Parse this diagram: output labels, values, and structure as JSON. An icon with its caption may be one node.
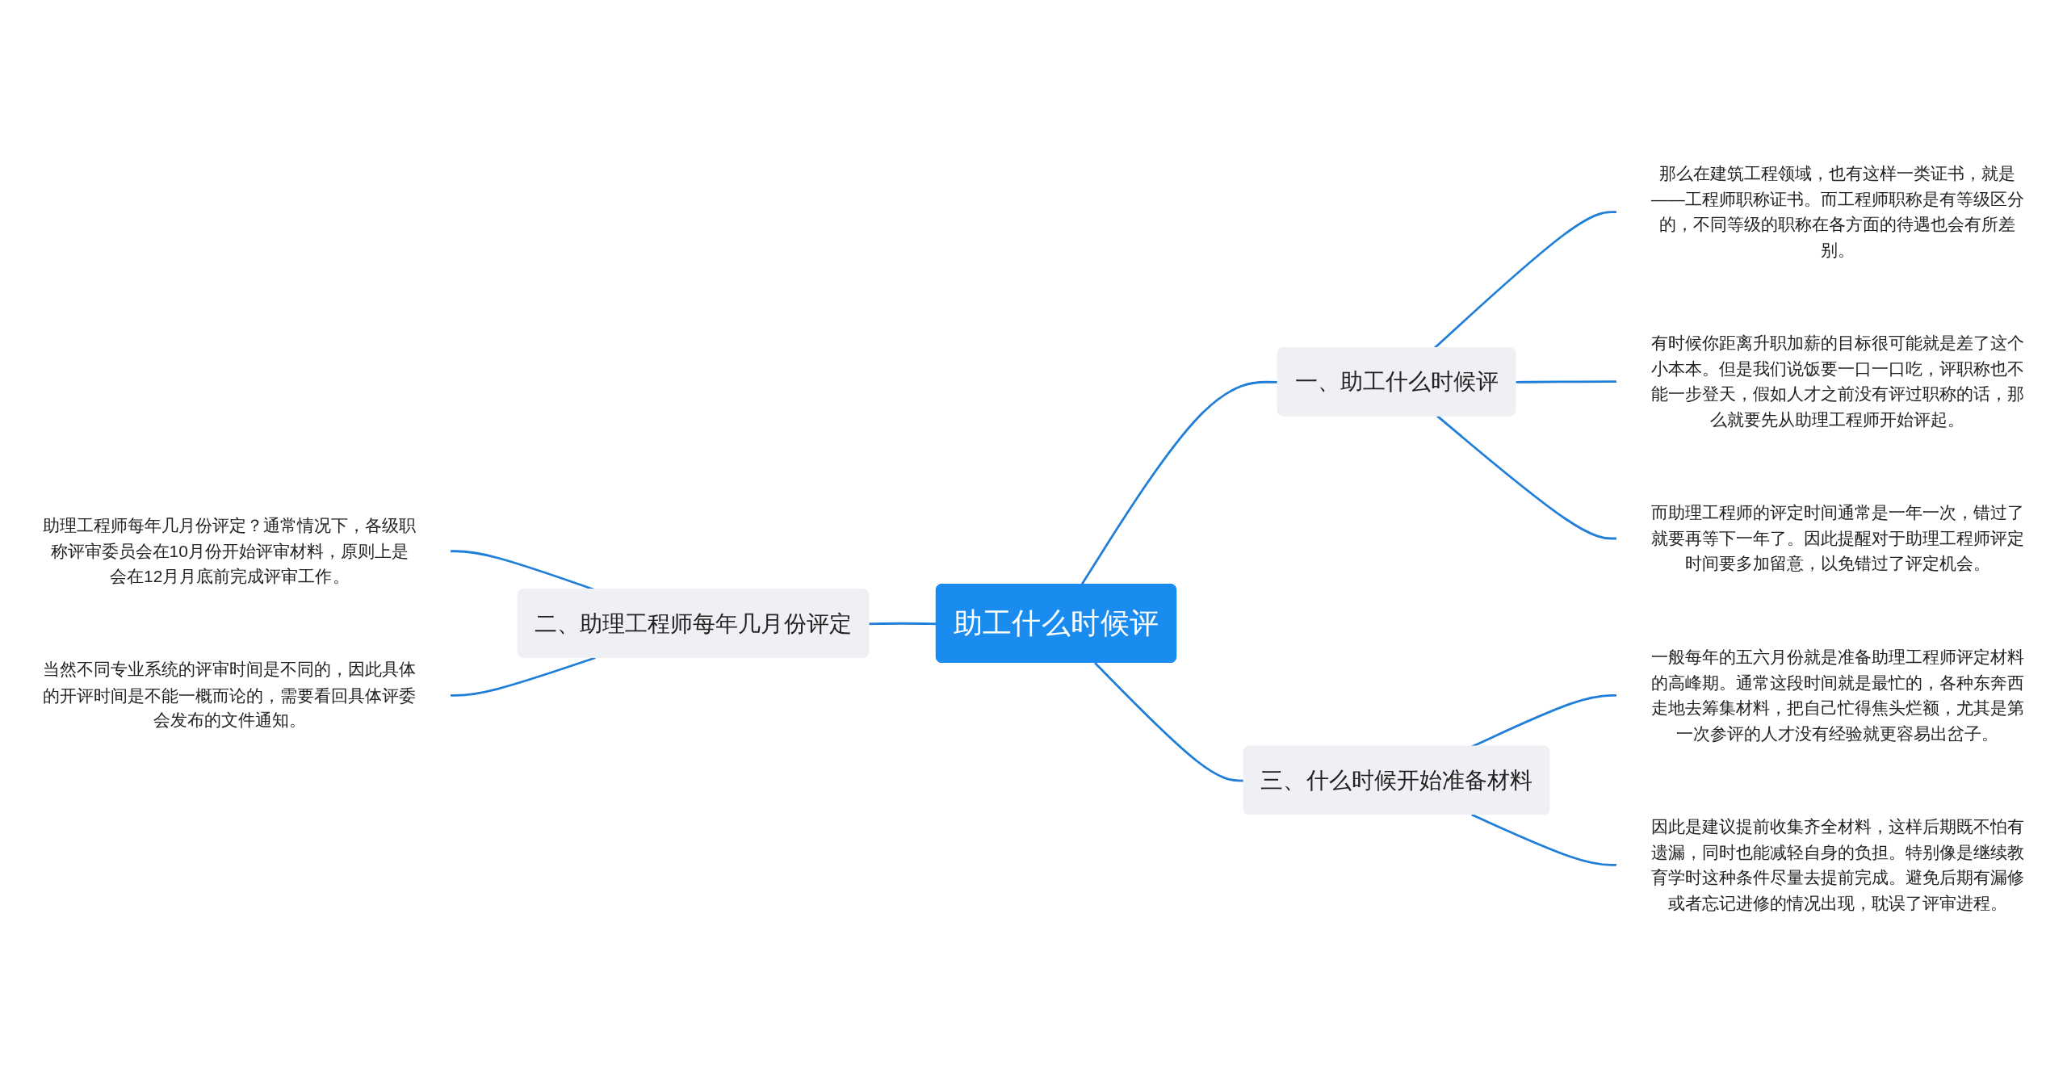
{
  "diagram": {
    "nodes": [
      {
        "text": [
          "助工什么时候评"
        ]
      },
      {
        "text": [
          "一、助工什么时候评"
        ]
      },
      {
        "text": [
          "那么在建筑工程领域，也有这样一类证书，就是——工程师职称证书。而工程师职称是有等级区分的，不同等级的职称在各方面的待遇也会有所差别。"
        ]
      },
      {
        "text": [
          "有时候你距离升职加薪的目标很可能就是差了这个小本本。但是我们说饭要一口一口吃，评职称也不能一步登天，假如人才之前没有评过职称的话，那么就要先从助理工程师开始评起。"
        ]
      },
      {
        "text": [
          "而助理工程师的评定时间通常是一年一次，错过了就要再等下一年了。因此提醒对于助理工程师评定时间要多加留意，以免错过了评定机会。"
        ]
      },
      {
        "text": [
          "三、什么时候开始准备材料"
        ]
      },
      {
        "text": [
          "一般每年的五六月份就是准备助理工程师评定材料的高峰期。通常这段时间就是最忙的，各种东奔西走地去筹集材料，把自己忙得焦头烂额，尤其是第一次参评的人才没有经验就更容易出岔子。"
        ]
      },
      {
        "text": [
          "因此是建议提前收集齐全材料，这样后期既不怕有遗漏，同时也能减轻自身的负担。特别像是继续教育学时这种条件尽量去提前完成。避免后期有漏修或者忘记进修的情况出现，耽误了评审进程。"
        ]
      },
      {
        "text": [
          "二、助理工程师每年几月份评定"
        ]
      },
      {
        "text": [
          "助理工程师每年几月份评定？通常情况下，各级职称评审委员会在10月份开始评审材料，原则上是会在12月月底前完成评审工作。"
        ]
      },
      {
        "text": [
          "当然不同专业系统的评审时间是不同的，因此具体的开评时间是不能一概而论的，需要看回具体评委会发布的文件通知。"
        ]
      }
    ],
    "edges": [
      {
        "from": 0,
        "to": 1,
        "arrow": "none"
      },
      {
        "from": 1,
        "to": 2,
        "arrow": "none"
      },
      {
        "from": 1,
        "to": 3,
        "arrow": "none"
      },
      {
        "from": 1,
        "to": 4,
        "arrow": "none"
      },
      {
        "from": 0,
        "to": 5,
        "arrow": "none"
      },
      {
        "from": 5,
        "to": 6,
        "arrow": "none"
      },
      {
        "from": 5,
        "to": 7,
        "arrow": "none"
      },
      {
        "from": 8,
        "to": 0,
        "arrow": "none"
      },
      {
        "from": 9,
        "to": 8,
        "arrow": "none"
      },
      {
        "from": 10,
        "to": 8,
        "arrow": "none"
      }
    ]
  }
}
